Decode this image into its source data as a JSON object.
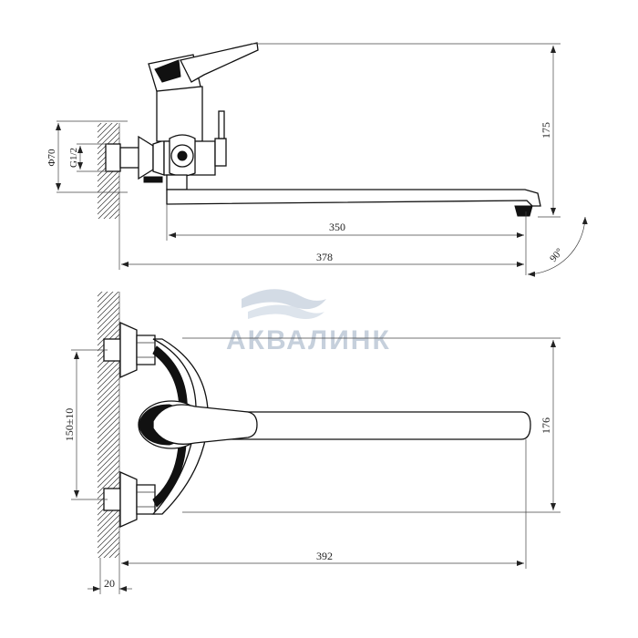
{
  "watermark": {
    "brand": "АКВАЛИНК",
    "color": "#c6d0dc"
  },
  "side_view": {
    "dim_diameter": "Φ70",
    "dim_thread": "G1/2",
    "dim_height": "175",
    "dim_spout_reach": "350",
    "dim_total_reach": "378",
    "dim_angle": "90°"
  },
  "top_view": {
    "dim_inlet_spacing": "150±10",
    "dim_height": "176",
    "dim_total_reach": "392",
    "dim_wall_offset": "20"
  }
}
